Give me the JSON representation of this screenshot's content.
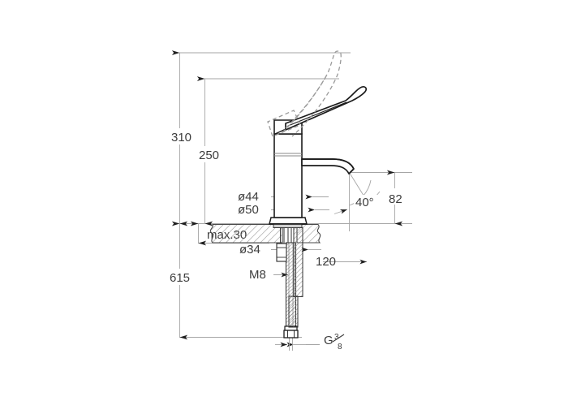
{
  "drawing": {
    "title": "Basin mixer tap technical dimension drawing",
    "units": "mm",
    "line_color": "#9a9a9a",
    "object_color": "#1a1a1a",
    "text_color": "#3c3c3c",
    "background": "#ffffff"
  },
  "dimensions": {
    "total_height_open": "310",
    "height_to_handle": "250",
    "body_diameter_upper": "ø44",
    "base_diameter": "ø50",
    "counter_thickness": "max.30",
    "shank_hole_diameter": "ø34",
    "tie_rod_thread": "M8",
    "spout_projection": "120",
    "spout_height": "82",
    "spout_angle": "40°",
    "total_length_with_hose": "615",
    "supply_thread_prefix": "G",
    "supply_thread_numerator": "3",
    "supply_thread_denominator": "8"
  },
  "labels": {
    "dim_310": "310",
    "dim_250": "250",
    "dim_d44": "ø44",
    "dim_d50": "ø50",
    "dim_max30": "max.30",
    "dim_d34": "ø34",
    "dim_m8": "M8",
    "dim_120": "120",
    "dim_82": "82",
    "dim_40deg": "40°",
    "dim_615": "615",
    "dim_g38_g": "G",
    "dim_g38_num": "3",
    "dim_g38_den": "8"
  },
  "components": [
    {
      "name": "lever-handle-closed",
      "state": "solid",
      "description": "Lever handle in lowered closed position"
    },
    {
      "name": "lever-handle-open",
      "state": "dashed",
      "description": "Lever handle raised to open position"
    },
    {
      "name": "faucet-body",
      "state": "solid",
      "description": "Cylindrical mixer body"
    },
    {
      "name": "spout",
      "state": "solid",
      "description": "Curved outlet spout"
    },
    {
      "name": "base-flange",
      "state": "solid",
      "description": "Base flange resting on counter"
    },
    {
      "name": "countertop",
      "state": "hatched",
      "description": "Sectioned countertop with break lines"
    },
    {
      "name": "threaded-shank",
      "state": "hatched",
      "description": "Threaded mounting shank below counter"
    },
    {
      "name": "flexible-hose",
      "state": "hatched",
      "description": "Braided flexible supply hose"
    },
    {
      "name": "supply-nut",
      "state": "solid",
      "description": "G3/8 supply connection nut"
    }
  ]
}
